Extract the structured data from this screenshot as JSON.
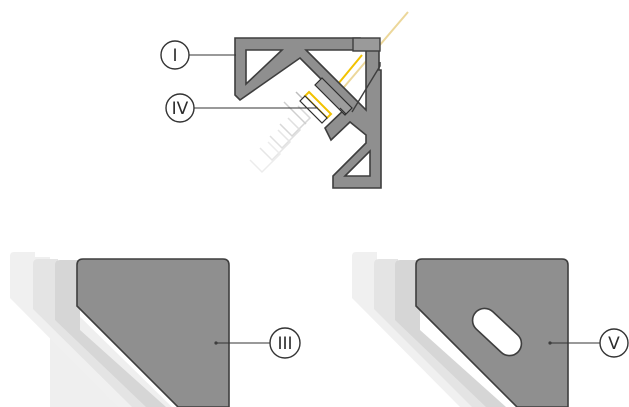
{
  "labels": {
    "part_1": "I",
    "part_3": "III",
    "part_4": "IV",
    "part_5": "V"
  },
  "colors": {
    "profile_fill": "#8f8f8f",
    "profile_stroke": "#3e3e3e",
    "led_yellow": "#f2c200",
    "light_ray": "#ecd79a",
    "ghost_light": "#ededed",
    "ghost_mid": "#e0e0e0",
    "ghost_dark": "#d2d2d2",
    "label_stroke": "#333333"
  }
}
